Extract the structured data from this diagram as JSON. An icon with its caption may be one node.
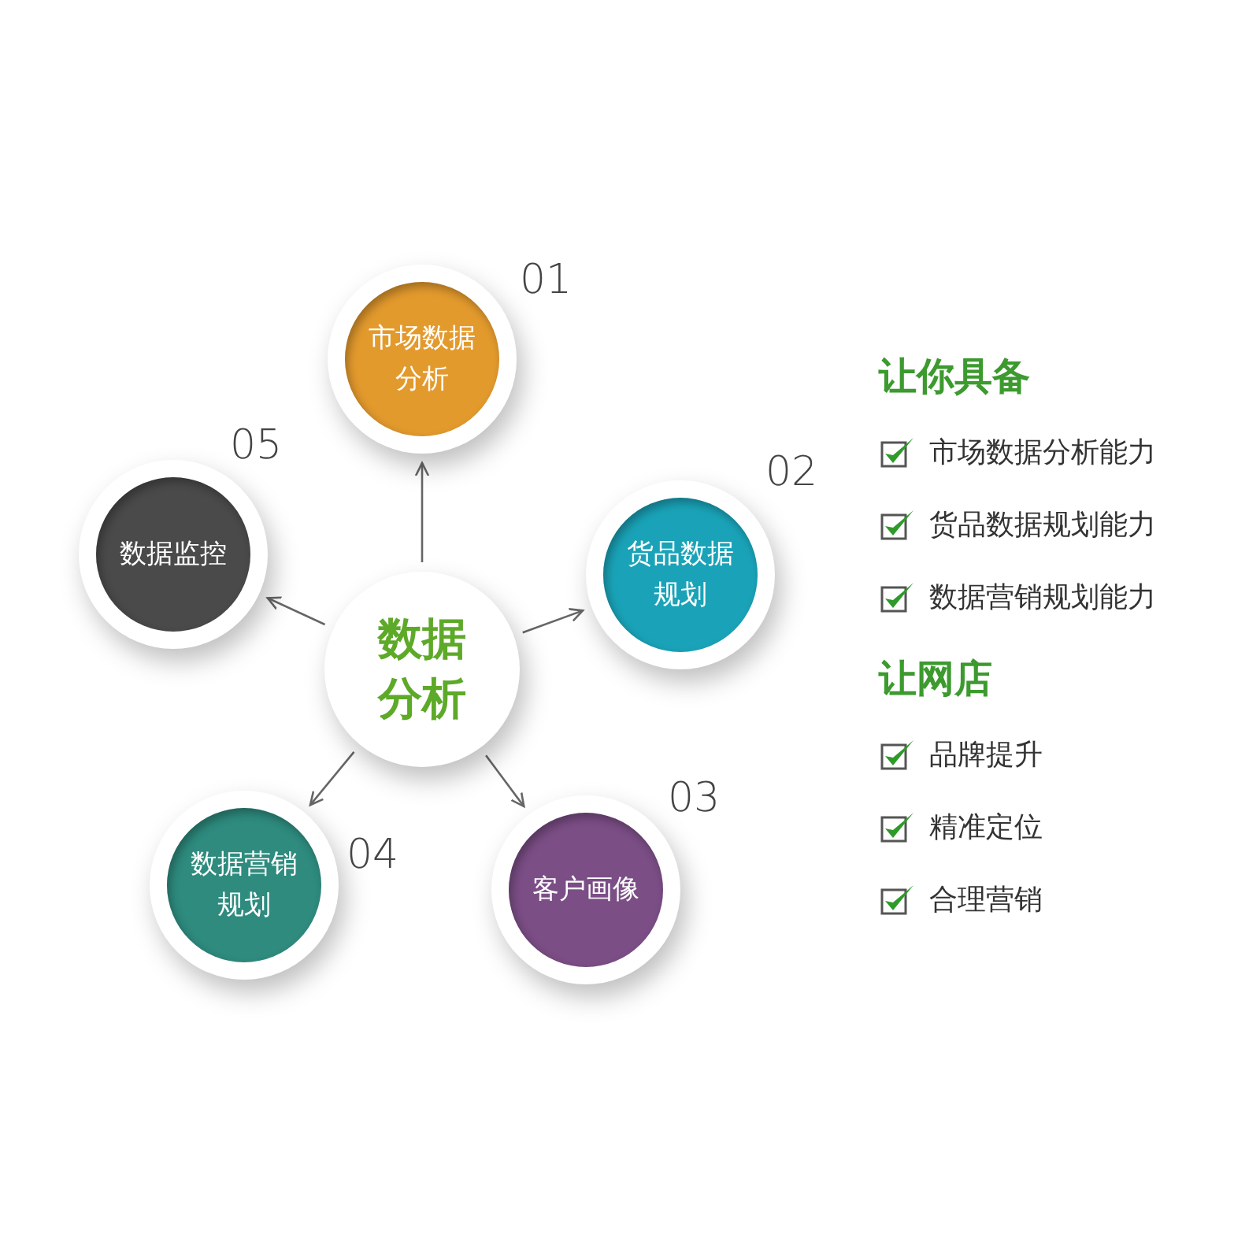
{
  "diagram": {
    "nodes": [
      {
        "text": [
          "数据分析"
        ]
      },
      {
        "text": [
          "市场数据分析"
        ],
        "beside": [
          "01"
        ]
      },
      {
        "text": [
          "货品数据规划"
        ],
        "beside": [
          "02"
        ]
      },
      {
        "text": [
          "客户画像"
        ],
        "beside": [
          "03"
        ]
      },
      {
        "text": [
          "数据营销规划"
        ],
        "beside": [
          "04"
        ]
      },
      {
        "text": [
          "数据监控"
        ],
        "beside": [
          "05"
        ]
      }
    ],
    "edges": [
      {
        "from": 0,
        "to": 1,
        "arrow": "to"
      },
      {
        "from": 0,
        "to": 2,
        "arrow": "to"
      },
      {
        "from": 0,
        "to": 3,
        "arrow": "to"
      },
      {
        "from": 0,
        "to": 4,
        "arrow": "to"
      },
      {
        "from": 0,
        "to": 5,
        "arrow": "to"
      }
    ],
    "labels": [
      "让你具备",
      "市场数据分析能力",
      "货品数据规划能力",
      "数据营销规划能力",
      "让网店",
      "品牌提升",
      "精准定位",
      "合理营销"
    ]
  }
}
